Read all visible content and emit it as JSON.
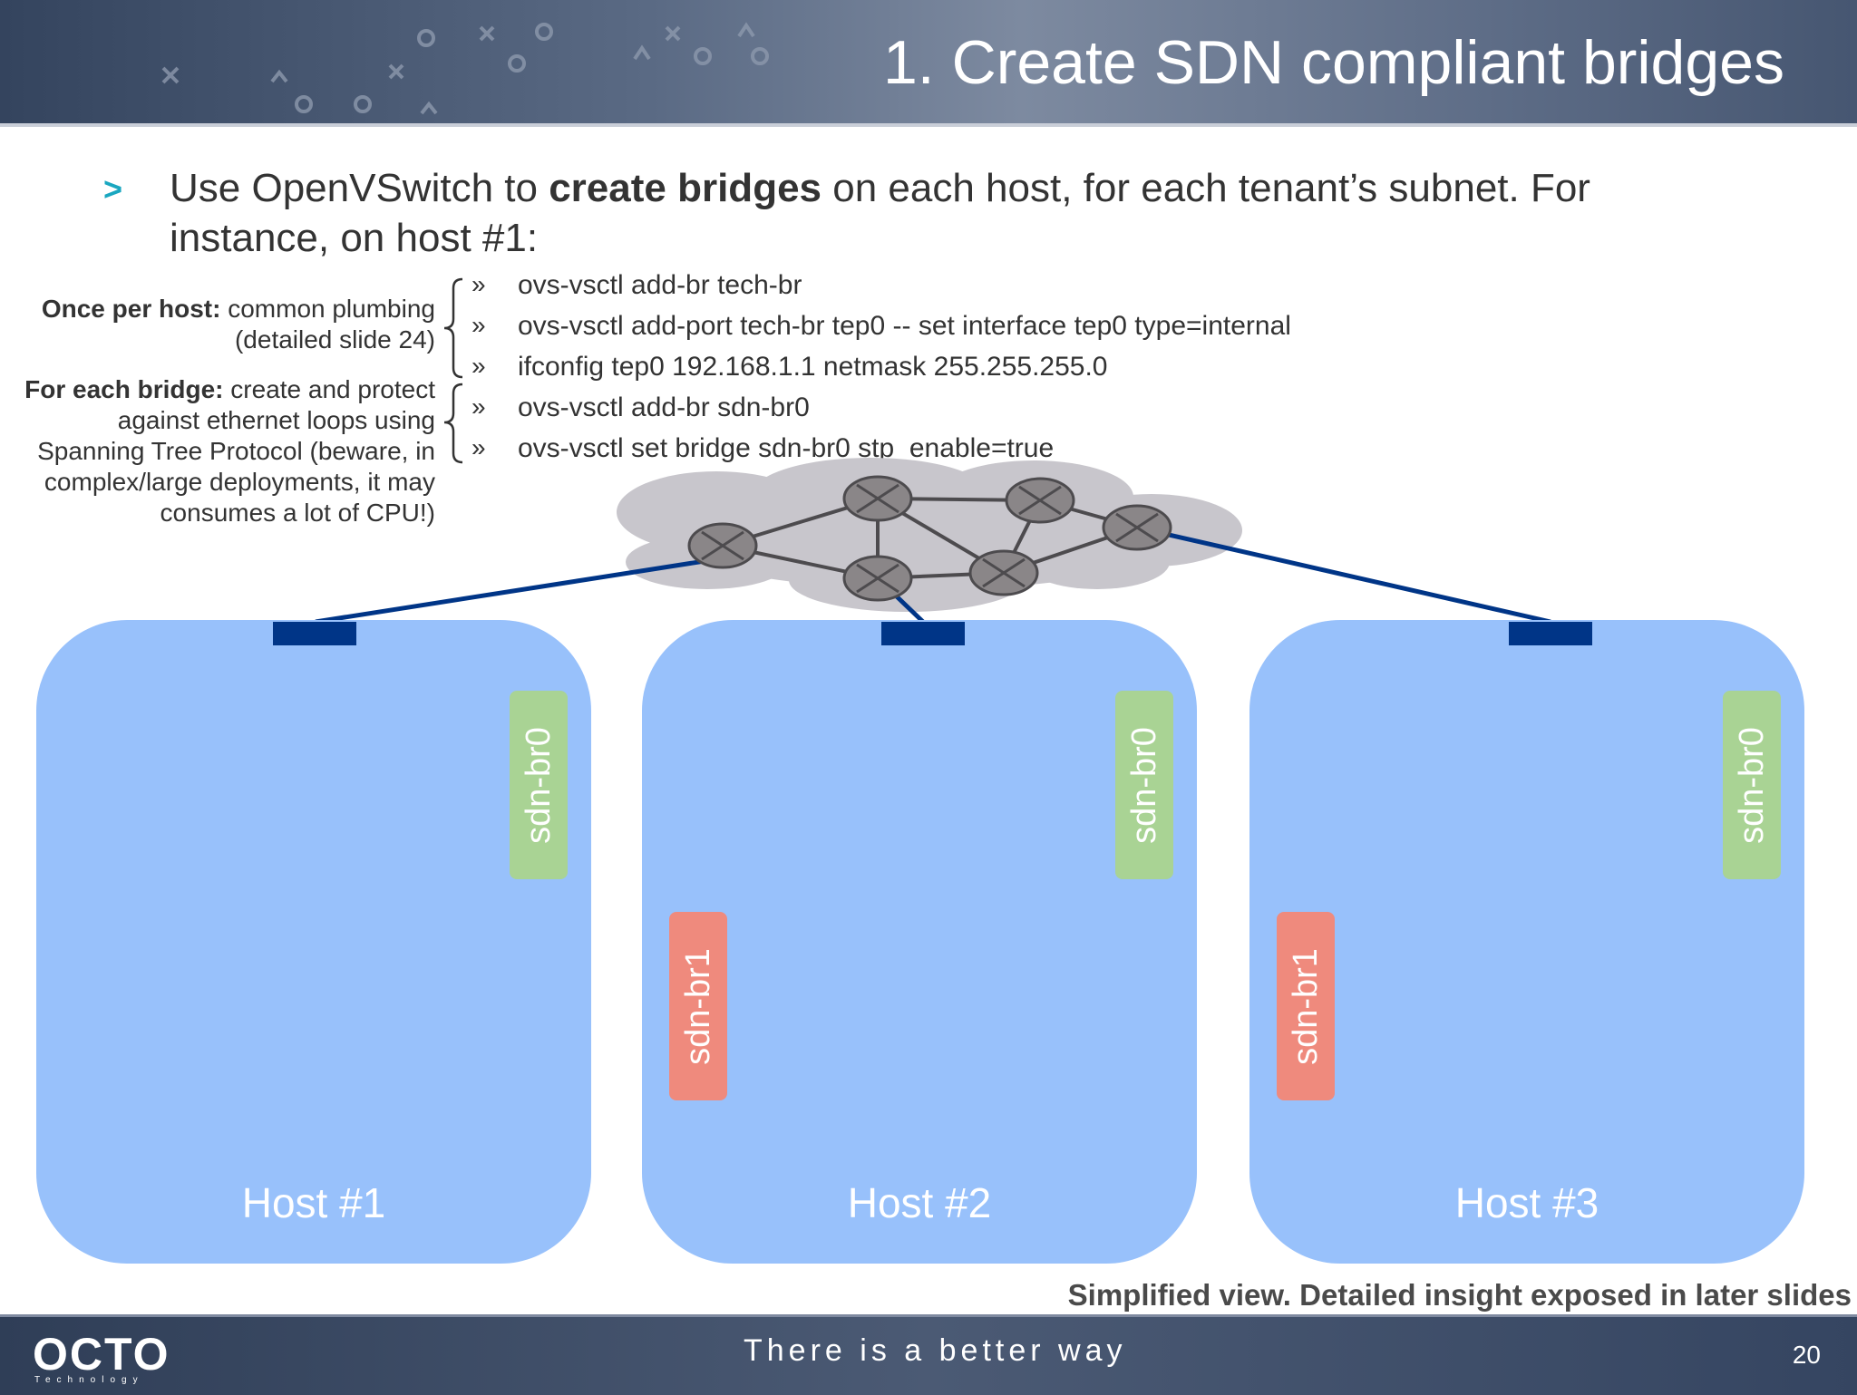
{
  "slide": {
    "title": "1. Create SDN compliant bridges",
    "bullet": {
      "text_before": "Use OpenVSwitch to ",
      "text_bold": "create bridges",
      "text_after": " on each host, for each tenant’s subnet. For instance, on host  #1:"
    },
    "annotations": {
      "once_bold": "Once per host:",
      "once_rest": " common plumbing (detailed slide 24)",
      "each_bold": "For each bridge:",
      "each_rest": " create and protect against ethernet loops using Spanning Tree Protocol (beware, in complex/large deployments, it may consumes a lot of CPU!)"
    },
    "bullet_mark": "»",
    "commands": [
      "ovs-vsctl add-br tech-br",
      "ovs-vsctl add-port tech-br tep0 -- set interface tep0 type=internal",
      "ifconfig tep0 192.168.1.1 netmask 255.255.255.0",
      "ovs-vsctl add-br sdn-br0",
      "ovs-vsctl set bridge sdn-br0 stp_enable=true"
    ],
    "hosts": [
      {
        "label": "Host #1",
        "bridges": [
          "sdn-br0"
        ]
      },
      {
        "label": "Host #2",
        "bridges": [
          "sdn-br0",
          "sdn-br1"
        ]
      },
      {
        "label": "Host #3",
        "bridges": [
          "sdn-br0",
          "sdn-br1"
        ]
      }
    ],
    "footnote": "Simplified view. Detailed insight exposed in later slides"
  },
  "footer": {
    "logo": "OCTO",
    "logo_sub": "Technology",
    "tagline": "There is a better way",
    "page_number": "20"
  },
  "colors": {
    "host_fill": "#98c1fb",
    "port_fill": "#003587",
    "bridge0": "#a9d394",
    "bridge1": "#ef8a7d",
    "accent": "#1aa7c0",
    "cloud": "#c8c6cc",
    "router": "#8a8688"
  }
}
